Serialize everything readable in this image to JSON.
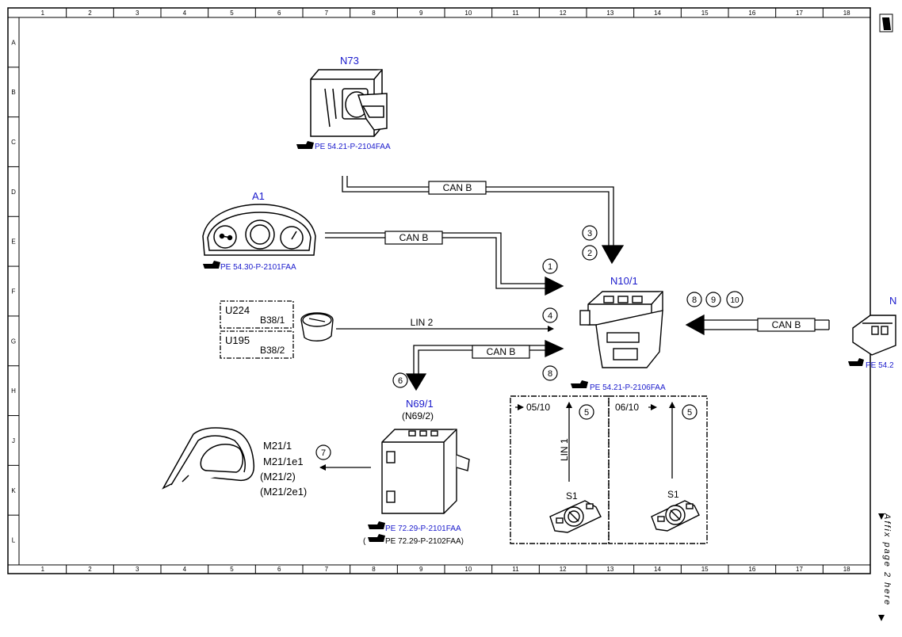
{
  "grid": {
    "columns": [
      "1",
      "2",
      "3",
      "4",
      "5",
      "6",
      "7",
      "8",
      "9",
      "10",
      "11",
      "12",
      "13",
      "14",
      "15",
      "16",
      "17",
      "18"
    ],
    "rows": [
      "A",
      "B",
      "C",
      "D",
      "E",
      "F",
      "G",
      "H",
      "J",
      "K",
      "L"
    ]
  },
  "components": {
    "n73": {
      "label": "N73",
      "ref": "PE 54.21-P-2104FAA"
    },
    "a1": {
      "label": "A1",
      "ref": "PE 54.30-P-2101FAA"
    },
    "n10_1": {
      "label": "N10/1",
      "ref": "PE 54.21-P-2106FAA"
    },
    "n69_1": {
      "label": "N69/1",
      "alt_label": "(N69/2)",
      "ref": "PE 72.29-P-2101FAA",
      "alt_ref_open": "(",
      "alt_ref": "PE 72.29-P-2102FAA)"
    },
    "right_unit": {
      "label": "N",
      "ref": "PE 54.2"
    },
    "mirror": {
      "labels": [
        "M21/1",
        "M21/1e1",
        "(M21/2)",
        "(M21/2e1)"
      ]
    },
    "sensor_box": {
      "top_left": "U224",
      "top_right": "B38/1",
      "bottom_left": "U195",
      "bottom_right": "B38/2"
    },
    "switch_left": {
      "label": "S1",
      "date": "05/10",
      "wire": "LIN 1"
    },
    "switch_right": {
      "label": "S1",
      "date": "06/10"
    }
  },
  "connections": {
    "can_top": "CAN B",
    "can_a1": "CAN B",
    "lin2": "LIN 2",
    "can_n69": "CAN B",
    "can_right": "CAN B"
  },
  "callouts": [
    "1",
    "2",
    "3",
    "4",
    "5",
    "5",
    "6",
    "7",
    "8",
    "8",
    "9",
    "10"
  ],
  "side_note": "Affix page 2 here"
}
